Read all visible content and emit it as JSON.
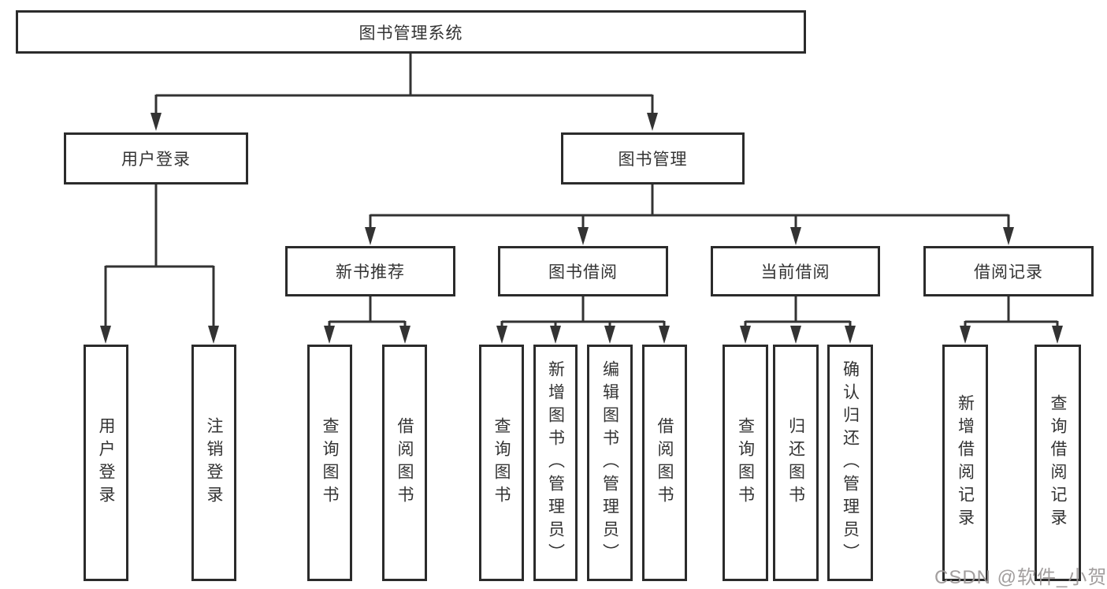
{
  "diagram": {
    "root": {
      "label": "图书管理系统"
    },
    "level2": [
      {
        "label": "用户登录"
      },
      {
        "label": "图书管理"
      }
    ],
    "level3": [
      {
        "label": "新书推荐"
      },
      {
        "label": "图书借阅"
      },
      {
        "label": "当前借阅"
      },
      {
        "label": "借阅记录"
      }
    ],
    "leaves": {
      "user_login": [
        "用户登录",
        "注销登录"
      ],
      "new_book": [
        "查询图书",
        "借阅图书"
      ],
      "book_borrow": [
        "查询图书",
        "新增图书（管理员）",
        "编辑图书（管理员）",
        "借阅图书"
      ],
      "current_borrow": [
        "查询图书",
        "归还图书",
        "确认归还（管理员）"
      ],
      "borrow_record": [
        "新增借阅记录",
        "查询借阅记录"
      ]
    },
    "watermark": "CSDN @软件_小贺同学",
    "colors": {
      "line": "#333333",
      "box_border": "#2b2b2b",
      "text": "#333333",
      "watermark": "#9a9696",
      "background": "#ffffff"
    }
  }
}
